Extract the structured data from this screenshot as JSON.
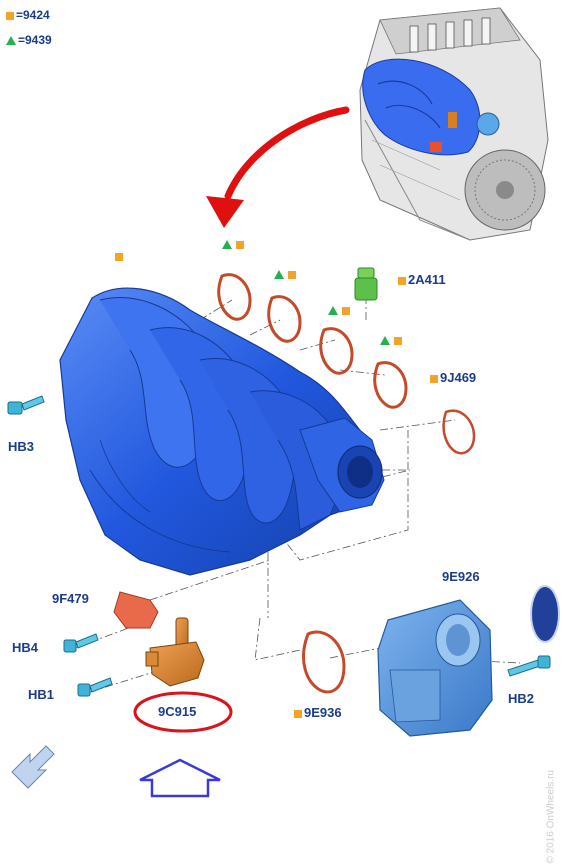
{
  "legend": [
    {
      "symbol": "orange-square",
      "text": "=9424"
    },
    {
      "symbol": "green-triangle",
      "text": "=9439"
    }
  ],
  "parts": {
    "2A411": "2A411",
    "9J469": "9J469",
    "HB3": "HB3",
    "9F479": "9F479",
    "HB4": "HB4",
    "HB1": "HB1",
    "9C915": "9C915",
    "9E926": "9E926",
    "9E936": "9E936",
    "HB2": "HB2"
  },
  "watermark": "© 2016 OnWheels.ru",
  "colors": {
    "manifold": "#2a62e0",
    "gasket": "#c44a2a",
    "part_label": "#1c3c8c",
    "highlight_ring": "#d8141c",
    "arrow_red": "#e01010",
    "marker_square": "#f2a42a",
    "marker_triangle": "#22b14c"
  }
}
